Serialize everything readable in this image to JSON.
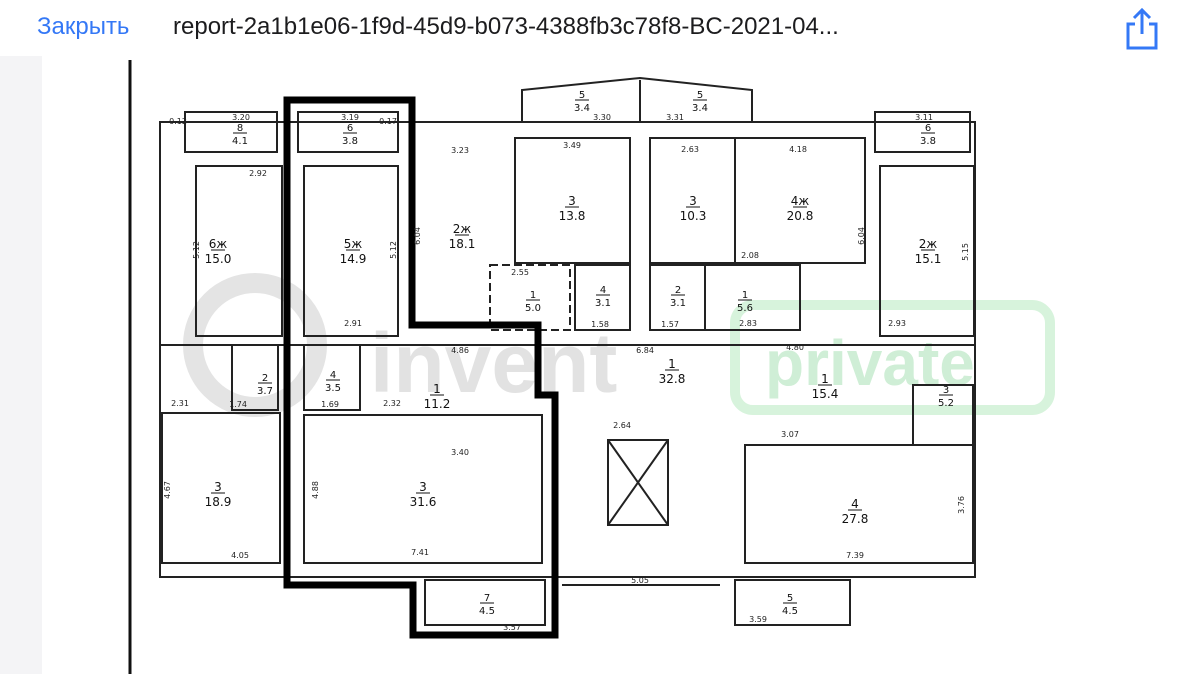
{
  "header": {
    "close_label": "Закрыть",
    "title": "report-2a1b1e06-1f9d-45d9-b073-4388fb3c78f8-BC-2021-04...",
    "share_icon": "share-icon",
    "accent_color": "#3478f6"
  },
  "watermark": {
    "brand": "invent",
    "badge": "private"
  },
  "rooms": [
    {
      "num": "8",
      "area": "4.1"
    },
    {
      "num": "6",
      "area": "3.8"
    },
    {
      "num": "5",
      "area": "3.4"
    },
    {
      "num": "5",
      "area": "3.4"
    },
    {
      "num": "6",
      "area": "3.8"
    },
    {
      "num": "6ж",
      "area": "15.0"
    },
    {
      "num": "5ж",
      "area": "14.9"
    },
    {
      "num": "2ж",
      "area": "18.1"
    },
    {
      "num": "3",
      "area": "13.8"
    },
    {
      "num": "3",
      "area": "10.3"
    },
    {
      "num": "4ж",
      "area": "20.8"
    },
    {
      "num": "2ж",
      "area": "15.1"
    },
    {
      "num": "1",
      "area": "5.0"
    },
    {
      "num": "4",
      "area": "3.1"
    },
    {
      "num": "2",
      "area": "3.1"
    },
    {
      "num": "1",
      "area": "5.6"
    },
    {
      "num": "2",
      "area": "3.7"
    },
    {
      "num": "4",
      "area": "3.5"
    },
    {
      "num": "1",
      "area": "11.2"
    },
    {
      "num": "1",
      "area": "32.8"
    },
    {
      "num": "1",
      "area": "15.4"
    },
    {
      "num": "3",
      "area": "5.2"
    },
    {
      "num": "3",
      "area": "18.9"
    },
    {
      "num": "3",
      "area": "31.6"
    },
    {
      "num": "4",
      "area": "27.8"
    },
    {
      "num": "7",
      "area": "4.5"
    },
    {
      "num": "5",
      "area": "4.5"
    }
  ],
  "dimensions": [
    "3.20",
    "3.19",
    "0.12",
    "0.17",
    "2.92",
    "5.12",
    "5.12",
    "2.91",
    "3.23",
    "3.49",
    "3.30",
    "3.31",
    "2.63",
    "4.18",
    "6.04",
    "6.04",
    "5.15",
    "3.11",
    "2.55",
    "2.08",
    "4.86",
    "6.84",
    "4.80",
    "2.31",
    "2.32",
    "3.40",
    "4.67",
    "4.88",
    "4.05",
    "7.41",
    "7.39",
    "3.07",
    "3.76",
    "5.05",
    "2.64",
    "3.57",
    "3.59",
    "2.93",
    "2.83",
    "1.58",
    "1.57",
    "1.74",
    "1.69"
  ]
}
